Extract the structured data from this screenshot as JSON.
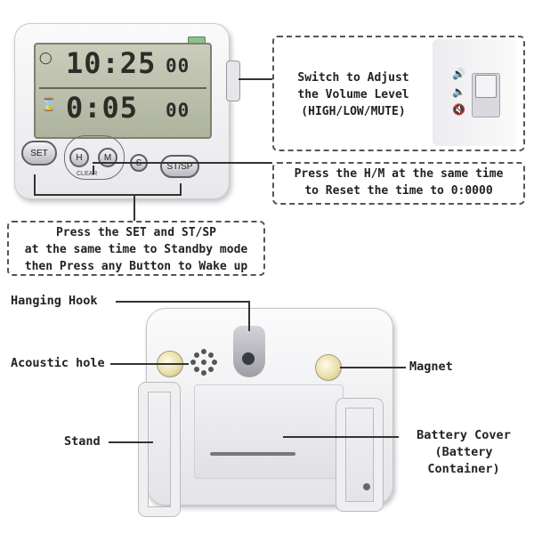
{
  "timer_front": {
    "display": {
      "row1_digits": "10:25",
      "row1_small": "00",
      "row2_digits": "0:05",
      "row2_small": "00"
    },
    "buttons": {
      "set": "SET",
      "h": "H",
      "m": "M",
      "s": "S",
      "stsp": "ST/SP",
      "clear": "CLEAR"
    }
  },
  "callouts": {
    "volume": {
      "line1": "Switch to Adjust",
      "line2": "the Volume Level",
      "line3": "(HIGH/LOW/MUTE)"
    },
    "reset": {
      "line1": "Press the H/M at the same time",
      "line2": "to Reset the time to 0:0000"
    },
    "standby": {
      "line1": "Press the SET and ST/SP",
      "line2": "at the same time to Standby mode",
      "line3": "then Press any Button to Wake up"
    }
  },
  "back_labels": {
    "hanging_hook": "Hanging Hook",
    "acoustic_hole": "Acoustic hole",
    "magnet": "Magnet",
    "stand": "Stand",
    "battery_cover_line1": "Battery Cover",
    "battery_cover_line2": "(Battery Container)"
  },
  "icons": {
    "volume_high": "volume-high-icon",
    "volume_low": "volume-low-icon",
    "volume_mute": "volume-mute-icon"
  },
  "colors": {
    "lcd_background": "#b9bda8",
    "lcd_text": "#2b2d27",
    "indicator_green": "#8fbf8d"
  }
}
